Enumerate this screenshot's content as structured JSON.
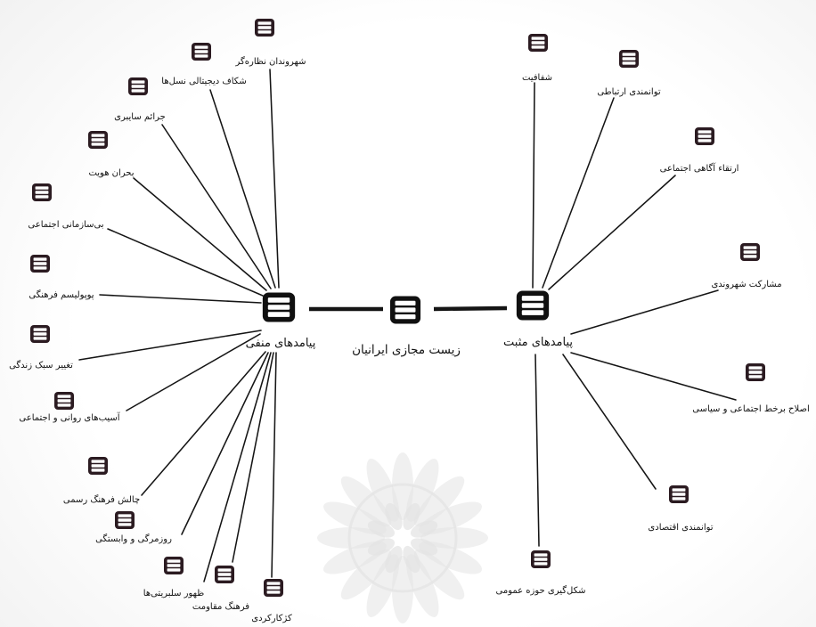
{
  "diagram": {
    "center": {
      "label": "زیست مجازی ایرانیان",
      "icon": "list-node-icon"
    },
    "negative": {
      "label": "پیامدهای منفی",
      "icon": "list-node-icon",
      "items": [
        "شهروندان نظاره‌گر",
        "شکاف دیجیتالی نسل‌ها",
        "جرائم سایبری",
        "بحران هویت",
        "بی‌سازمانی اجتماعی",
        "پوپولیسم فرهنگی",
        "تغییر سبک زندگی",
        "آسیب‌های روانی و اجتماعی",
        "چالش فرهنگ رسمی",
        "روزمرگی و وابستگی",
        "ظهور سلبریتی‌ها",
        "فرهنگ مقاومت",
        "کژکارکردی"
      ]
    },
    "positive": {
      "label": "پیامدهای مثبت",
      "icon": "list-node-icon",
      "items": [
        "شفافیت",
        "توانمندی ارتباطی",
        "ارتقاء آگاهی اجتماعی",
        "مشارکت شهروندی",
        "اصلاح برخط اجتماعی و سیاسی",
        "توانمندی اقتصادی",
        "شکل‌گیری حوزه عمومی"
      ]
    },
    "watermark": "rosette-watermark-icon",
    "colors": {
      "hub_icon": "#101010",
      "leaf_icon": "#2b1b21",
      "edge": "#151515",
      "label": "#121212",
      "watermark": "#e3e3e3"
    }
  }
}
